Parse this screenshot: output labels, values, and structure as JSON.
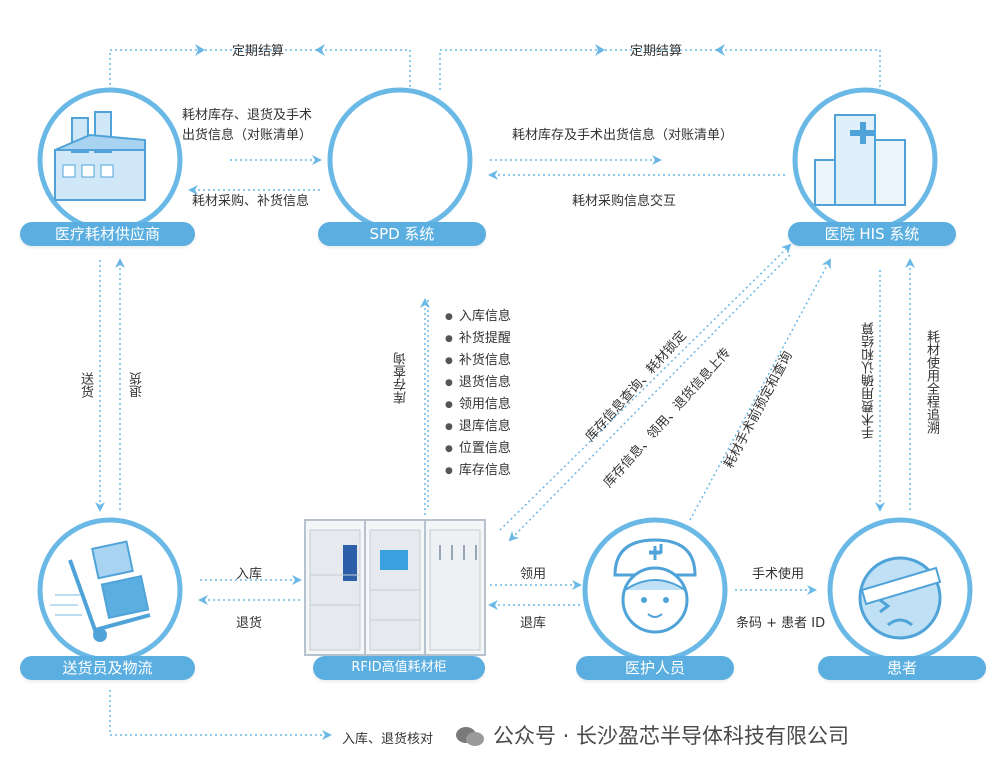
{
  "nodes": {
    "supplier": "医疗耗材供应商",
    "spd": "SPD 系统",
    "his": "医院 HIS 系统",
    "logistics": "送货员及物流",
    "cabinet": "RFID高值耗材柜",
    "medical_staff": "医护人员",
    "patient": "患者"
  },
  "flows": {
    "settle_left": "定期结算",
    "settle_right": "定期结算",
    "supplier_spd_info_line1": "耗材库存、退货及手术",
    "supplier_spd_info_line2": "出货信息（对账清单）",
    "spd_supplier_purchase": "耗材采购、补货信息",
    "spd_his_inventory": "耗材库存及手术出货信息（对账清单）",
    "his_spd_purchase": "耗材采购信息交互",
    "deliver": "送货",
    "return_goods": "退货",
    "inventory_query": "库存查询",
    "cabinet_his_query": "库存信息查询、耗材锁定",
    "cabinet_his_upload": "库存信息、领用、退货信息上传",
    "staff_his_query": "耗材手术前预定和查询",
    "his_patient_confirm": "手术费用确认和结算",
    "patient_his_record": "耗材使用全程追溯",
    "stock_in": "入库",
    "stock_return": "退货",
    "take": "领用",
    "return_stock": "退库",
    "surgery_use": "手术使用",
    "barcode_patient": "条码 + 患者 ID",
    "verify": "入库、退货核对"
  },
  "cabinet_info": [
    "入库信息",
    "补货提醒",
    "补货信息",
    "退货信息",
    "领用信息",
    "退库信息",
    "位置信息",
    "库存信息"
  ],
  "watermark": "公众号 · 长沙盈芯半导体科技有限公司",
  "colors": {
    "accent": "#5aaee0",
    "icon_fill": "#b8dcf4",
    "circle_stroke": "#6ab8e6",
    "arrow": "#6ab8e6"
  }
}
